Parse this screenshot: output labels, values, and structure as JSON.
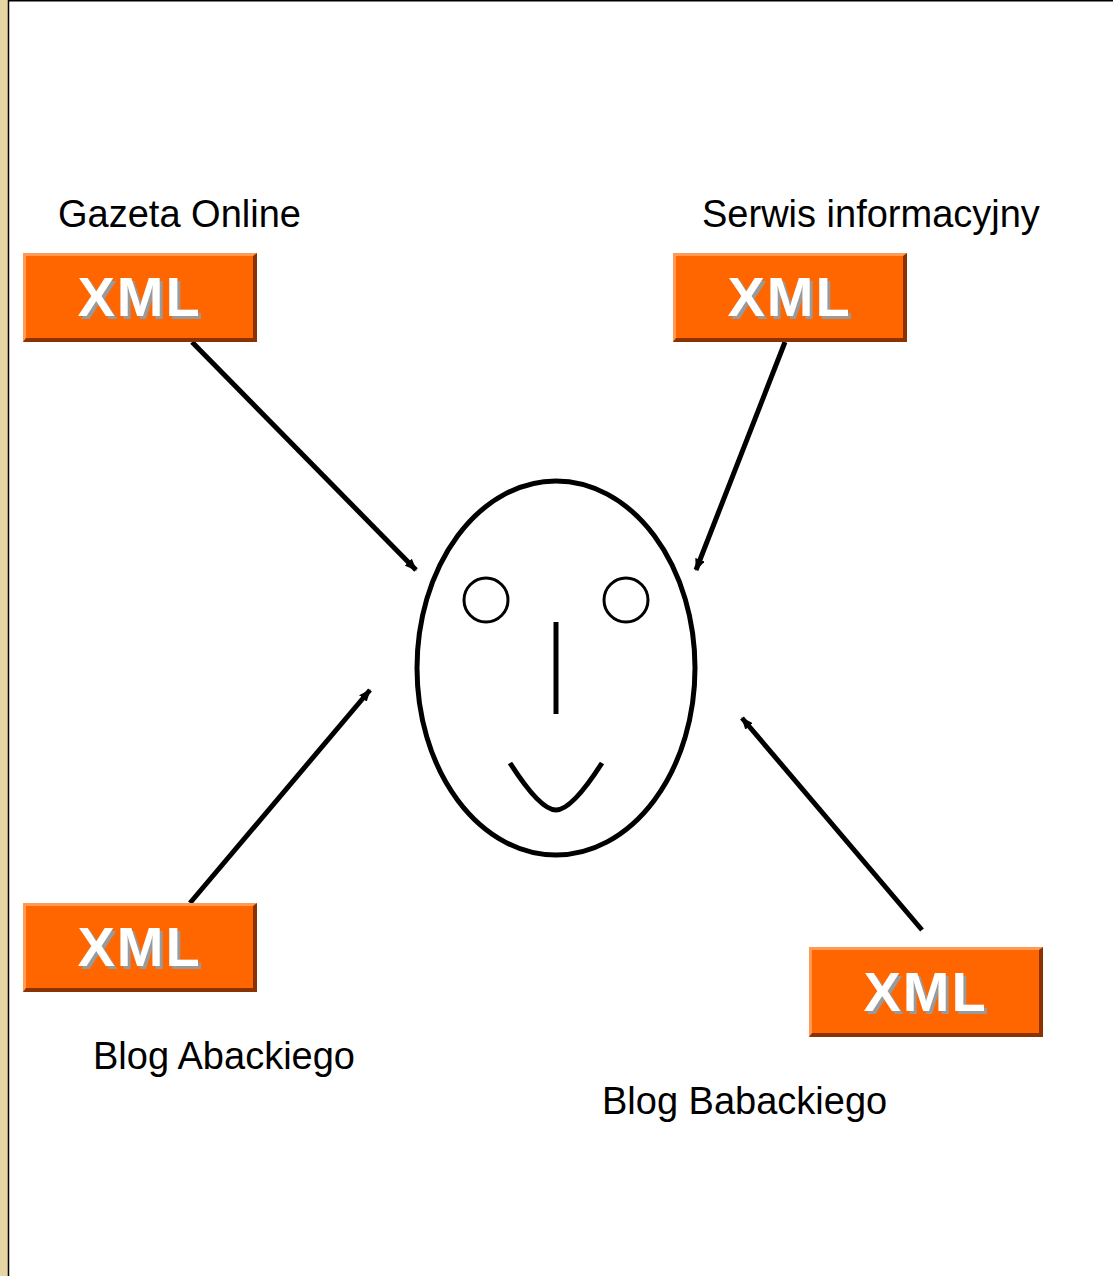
{
  "diagram": {
    "nodes": [
      {
        "text": [
          "XML",
          "Gazeta Online"
        ]
      },
      {
        "text": [
          "XML",
          "Serwis informacyjny"
        ]
      },
      {
        "text": [
          "XML",
          "Blog Abackiego"
        ]
      },
      {
        "text": [
          "XML",
          "Blog Babackiego"
        ]
      }
    ]
  }
}
